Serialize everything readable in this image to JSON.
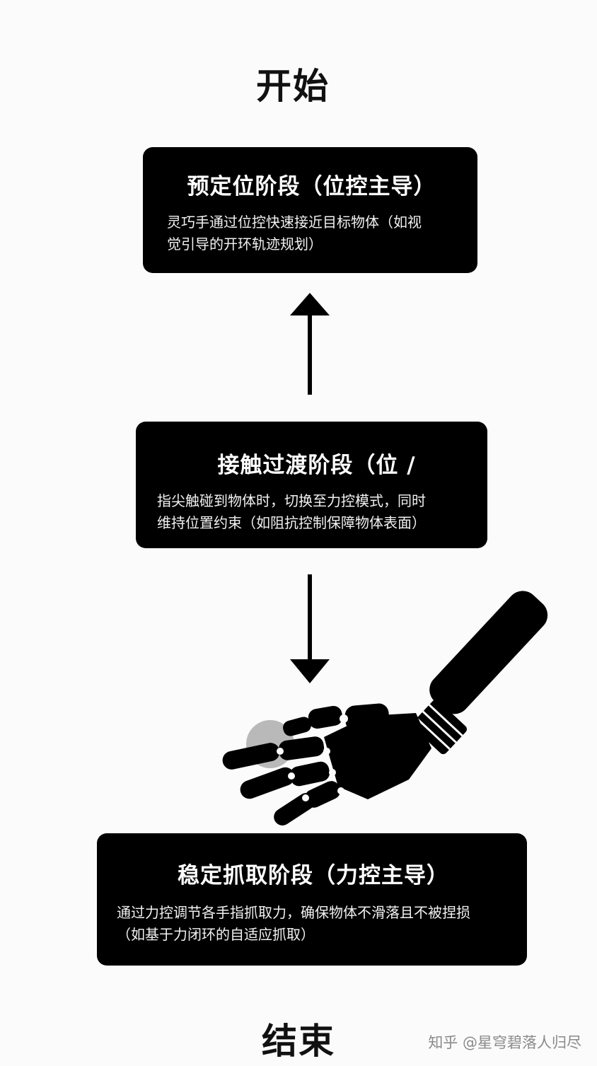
{
  "start_label": "开始",
  "end_label": "结束",
  "stages": [
    {
      "title": "预定位阶段（位控主导）",
      "desc_lines": [
        "灵巧手通过位控快速接近目标物体（如视",
        "觉引导的开环轨迹规划）"
      ]
    },
    {
      "title": "接触过渡阶段（位 /",
      "desc_lines": [
        "指尖触碰到物体时，切换至力控模式，同时",
        "维持位置约束（如阻抗控制保障物体表面）"
      ]
    },
    {
      "title": "稳定抓取阶段（力控主导）",
      "desc_lines": [
        "通过力控调节各手指抓取力，确保物体不滑落且不被捏损",
        "（如基于力闭环的自适应抓取）"
      ]
    }
  ],
  "watermark": "知乎 @星穹碧落人归尽",
  "colors": {
    "box": "#000000",
    "text_on_box": "#ffffff",
    "object": "#b9b9b9",
    "background": "#fbfbfb"
  }
}
